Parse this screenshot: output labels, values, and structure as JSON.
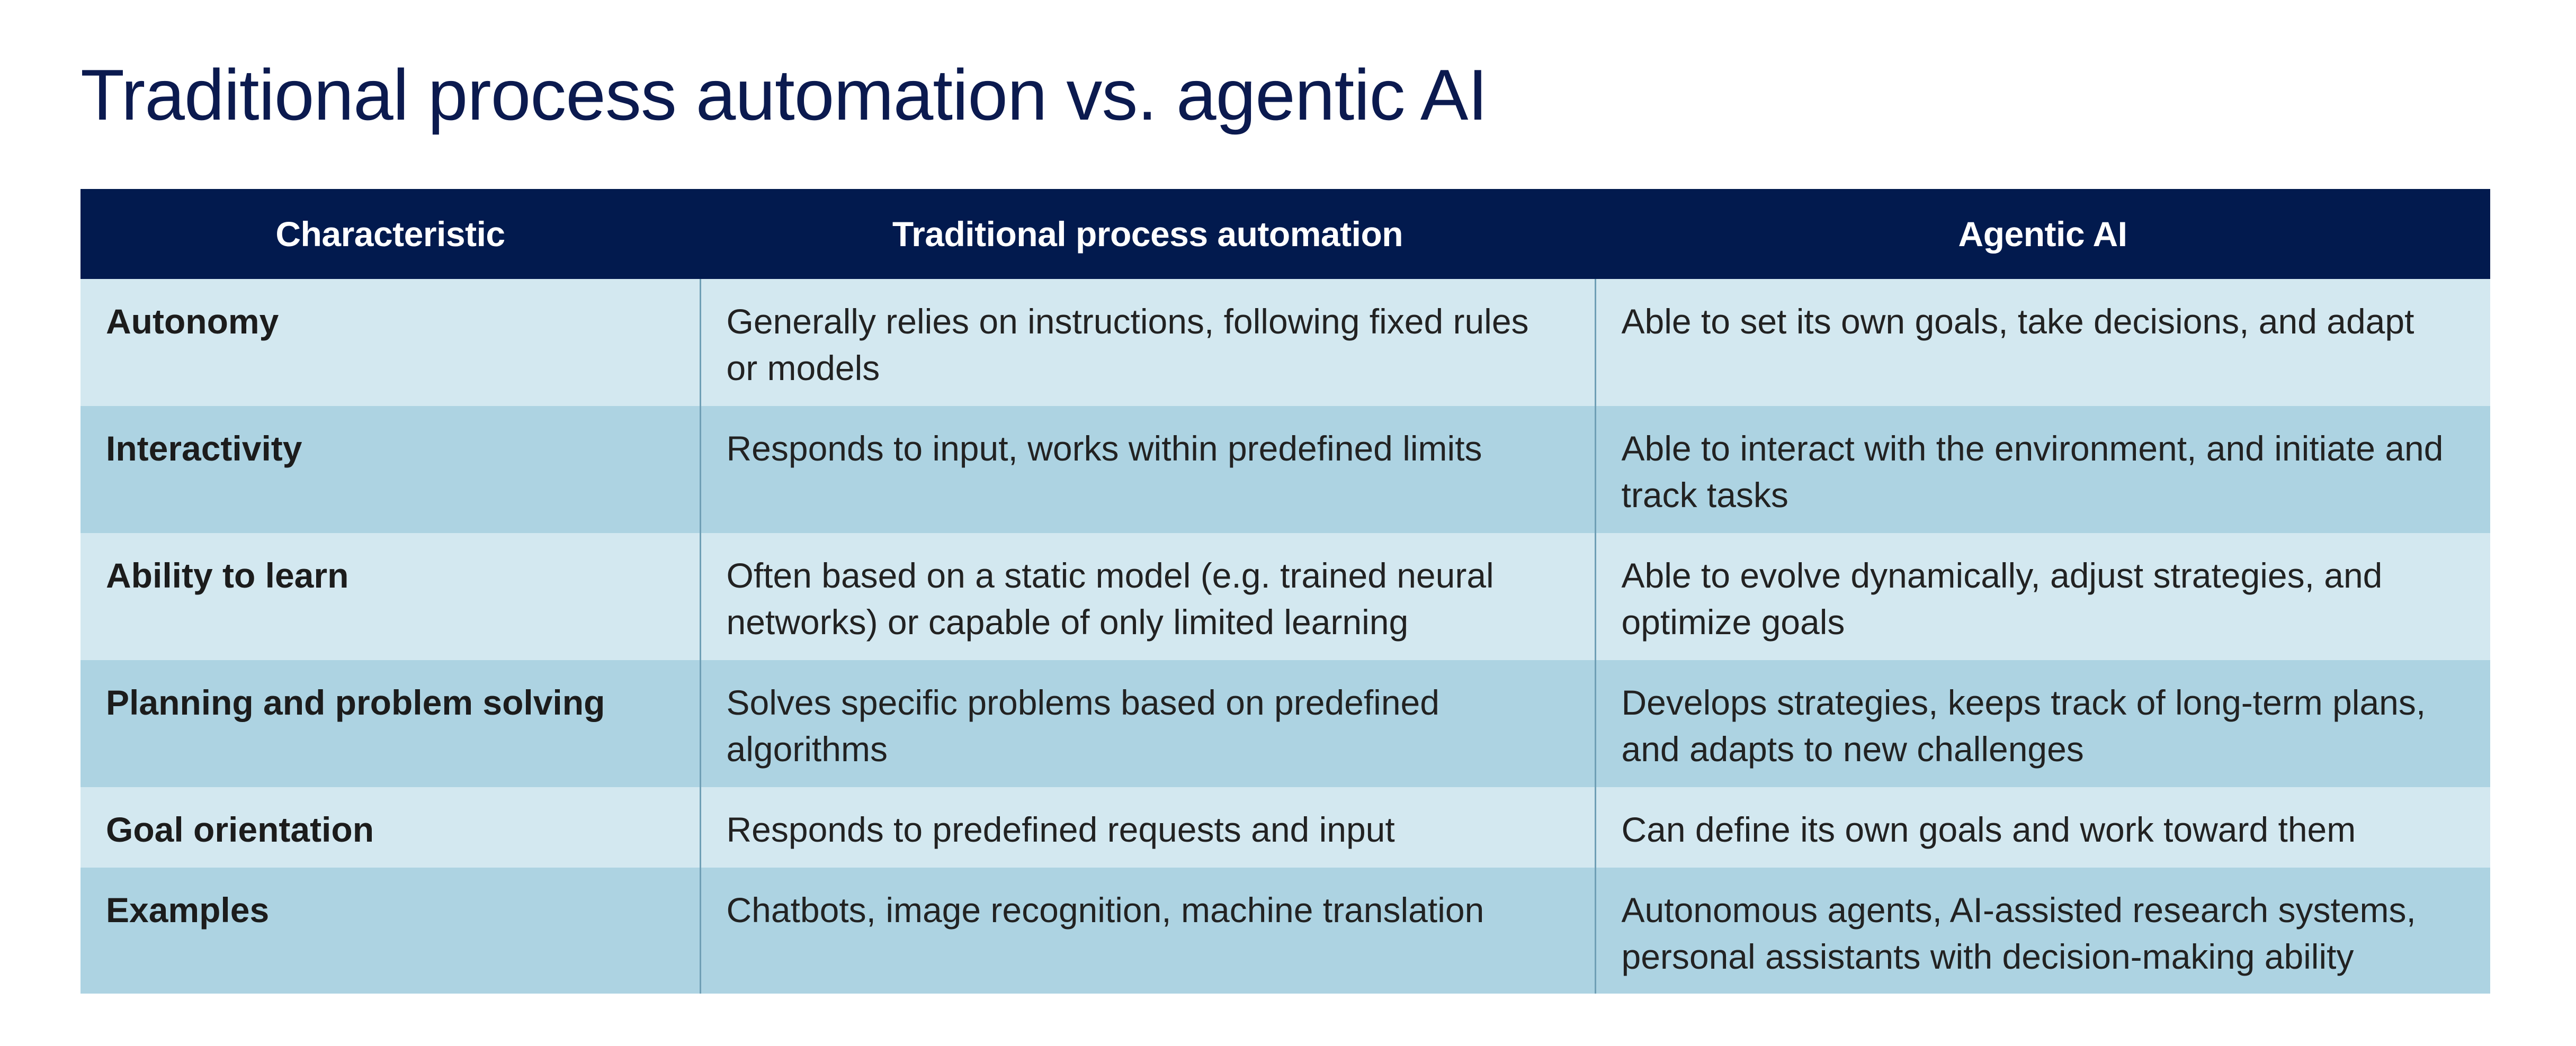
{
  "page": {
    "title": "Traditional process automation vs. agentic AI"
  },
  "table": {
    "headers": {
      "characteristic": "Characteristic",
      "traditional": "Traditional process automation",
      "agentic": "Agentic AI"
    },
    "rows": [
      {
        "characteristic": "Autonomy",
        "traditional": "Generally relies on instructions, following fixed rules or models",
        "agentic": "Able to set its own goals, take decisions, and adapt"
      },
      {
        "characteristic": "Interactivity",
        "traditional": "Responds to input, works within predefined limits",
        "agentic": "Able to interact with the environment, and initiate and track tasks"
      },
      {
        "characteristic": "Ability to learn",
        "traditional": "Often based on a static model (e.g. trained neural networks) or capable of only limited learning",
        "agentic": "Able to evolve dynamically, adjust strategies, and optimize goals"
      },
      {
        "characteristic": "Planning and problem solving",
        "traditional": "Solves specific problems based on predefined algorithms",
        "agentic": "Develops strategies, keeps track of long-term plans, and adapts to new challenges"
      },
      {
        "characteristic": "Goal orientation",
        "traditional": "Responds to predefined requests and input",
        "agentic": "Can define its own goals and work toward them"
      },
      {
        "characteristic": "Examples",
        "traditional": "Chatbots, image recognition, machine translation",
        "agentic": "Autonomous agents, AI-assisted research systems, personal assistants with decision-making ability"
      }
    ],
    "colors": {
      "header_bg": "#021a4e",
      "row_light": "#d3e8f0",
      "row_dark": "#add3e2",
      "title": "#0b1a4f"
    }
  }
}
